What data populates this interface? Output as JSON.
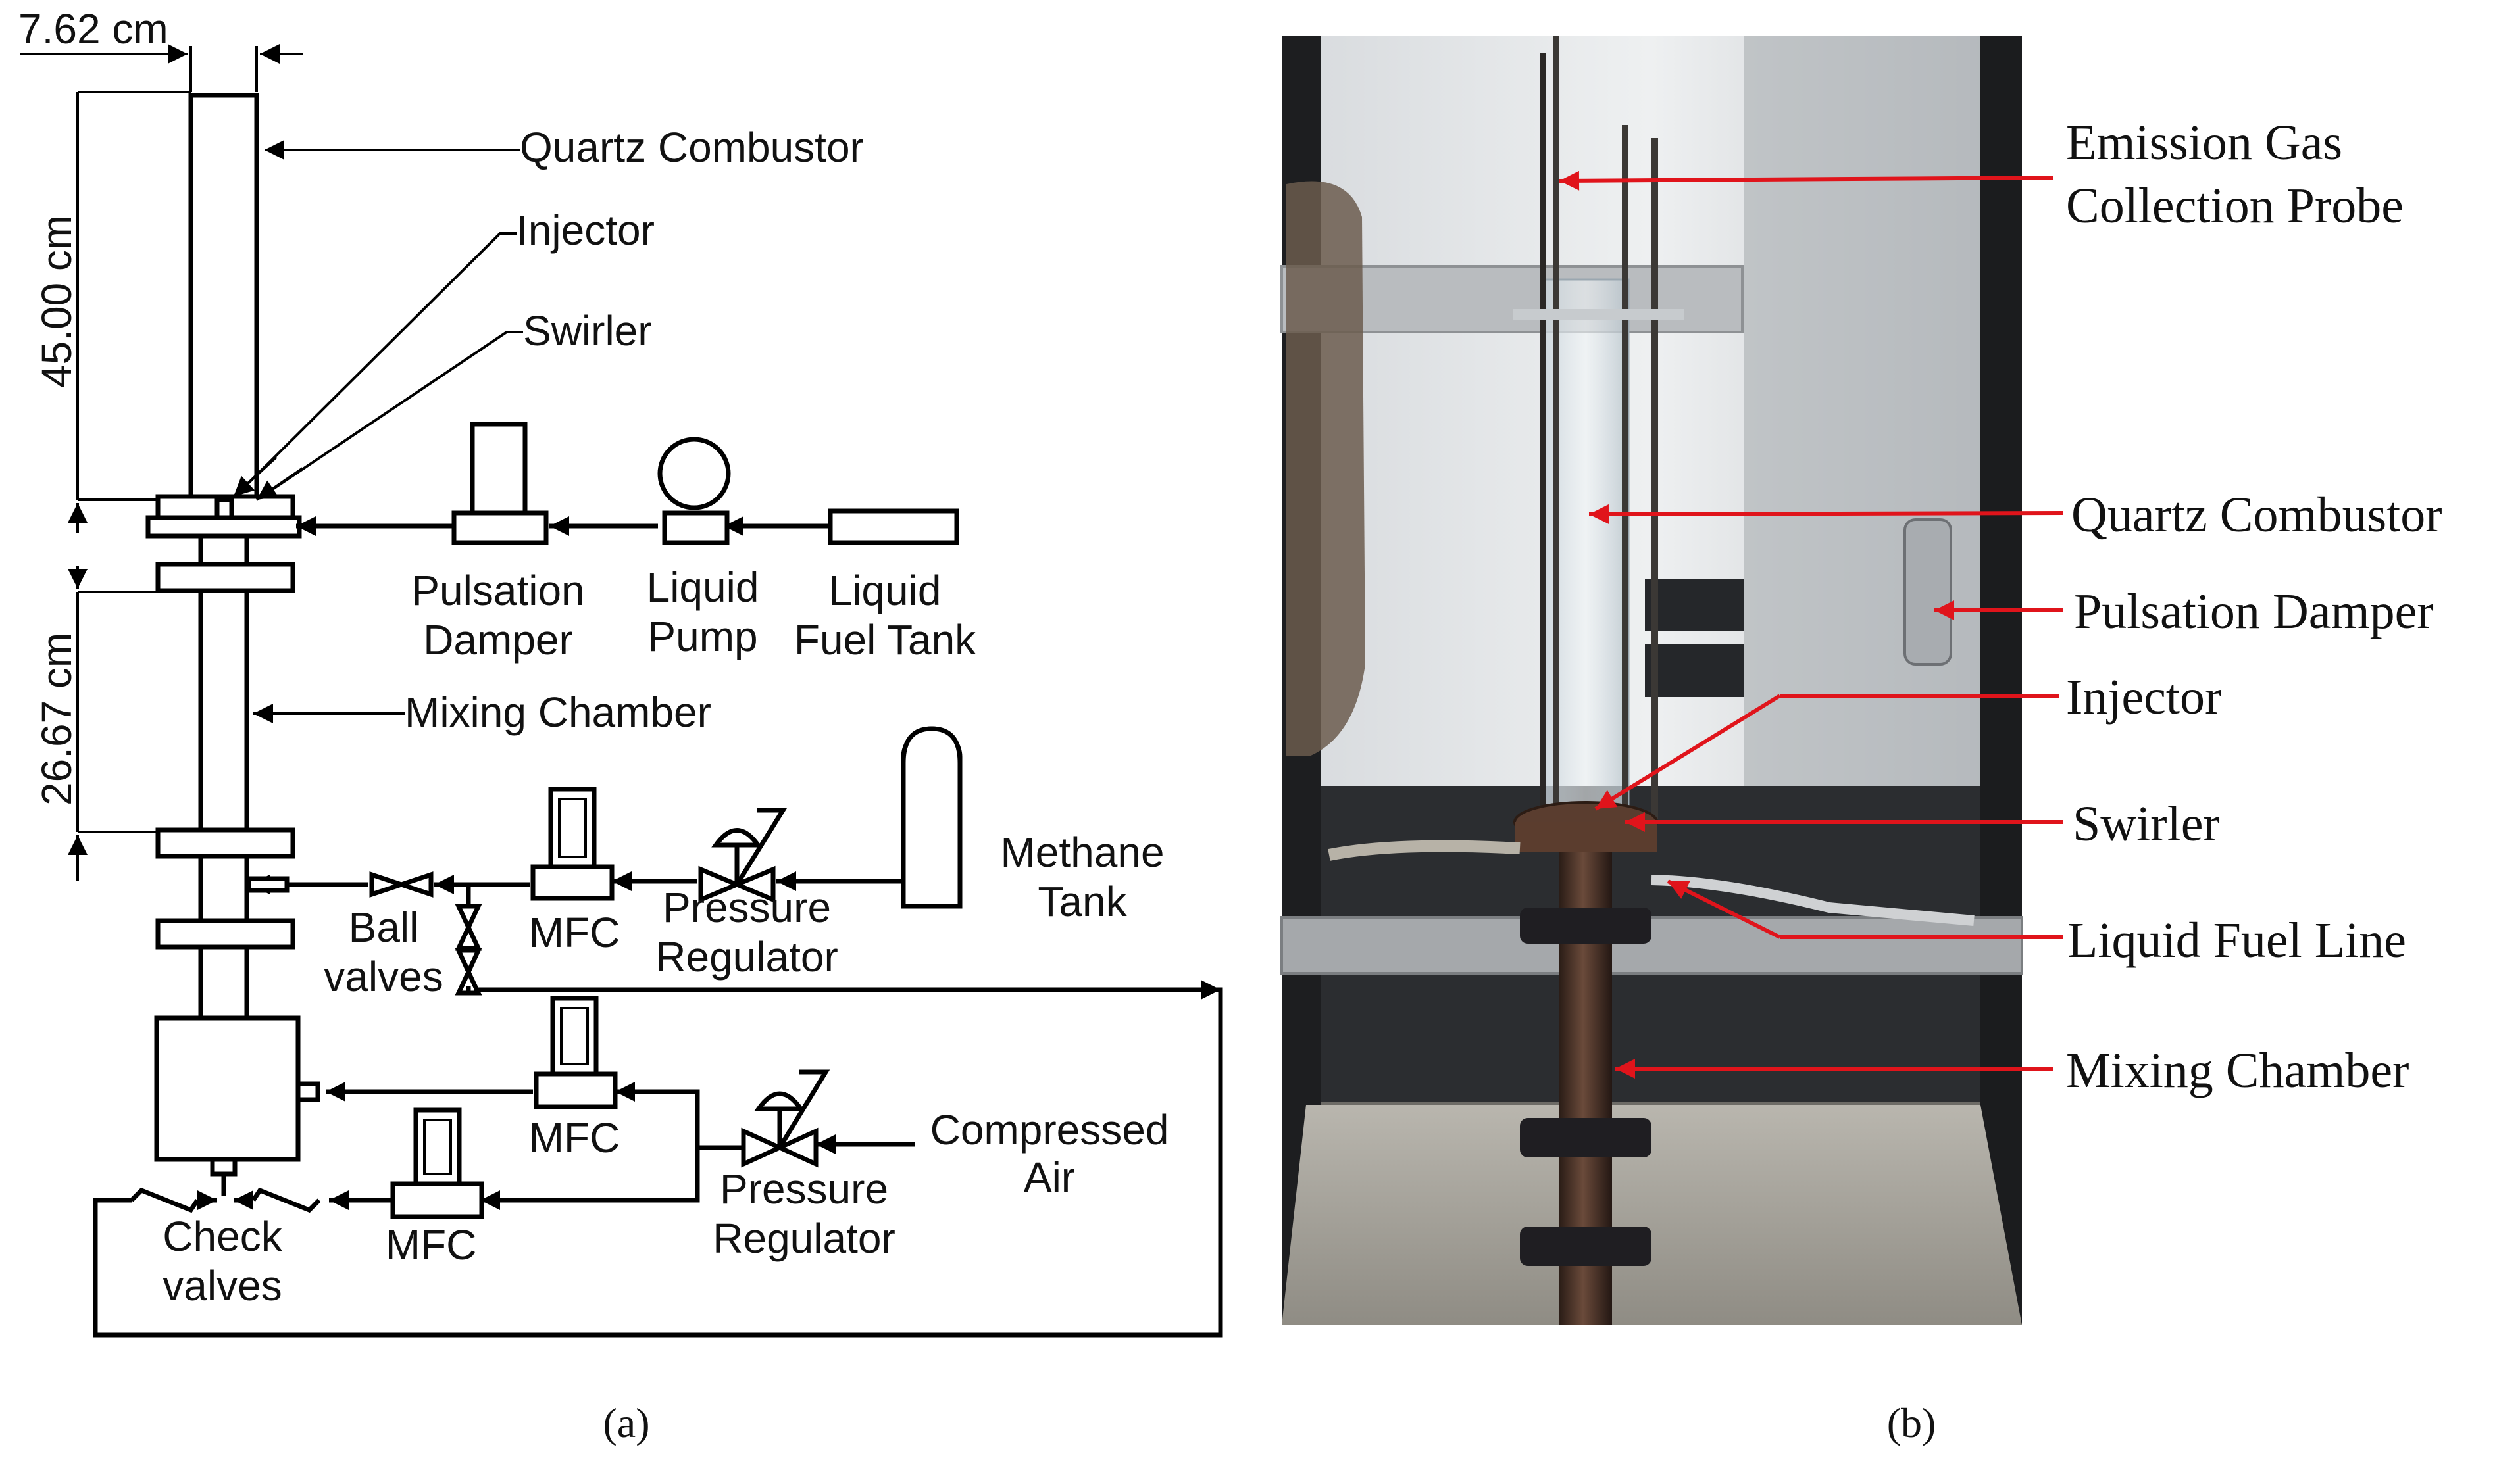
{
  "diagram": {
    "dim_width": "7.62 cm",
    "dim_combustor": "45.00 cm",
    "dim_mixing": "26.67 cm",
    "labels": {
      "quartz_combustor": "Quartz Combustor",
      "injector": "Injector",
      "swirler": "Swirler",
      "pulsation_damper": [
        "Pulsation",
        "Damper"
      ],
      "liquid_pump": [
        "Liquid",
        "Pump"
      ],
      "liquid_fuel_tank": [
        "Liquid",
        "Fuel Tank"
      ],
      "mixing_chamber": "Mixing Chamber",
      "methane_tank": [
        "Methane",
        "Tank"
      ],
      "ball_valves": [
        "Ball",
        "valves"
      ],
      "mfc": "MFC",
      "pressure_regulator": [
        "Pressure",
        "Regulator"
      ],
      "compressed_air": [
        "Compressed",
        "Air"
      ],
      "check_valves": [
        "Check",
        "valves"
      ]
    },
    "caption": "(a)"
  },
  "photo": {
    "labels": {
      "emission_probe": [
        "Emission Gas",
        "Collection Probe"
      ],
      "quartz_combustor": "Quartz Combustor",
      "pulsation_damper": "Pulsation Damper",
      "injector": "Injector",
      "swirler": "Swirler",
      "liquid_fuel_line": "Liquid Fuel Line",
      "mixing_chamber": "Mixing Chamber"
    },
    "caption": "(b)",
    "annotation_color": "#e0141b"
  }
}
